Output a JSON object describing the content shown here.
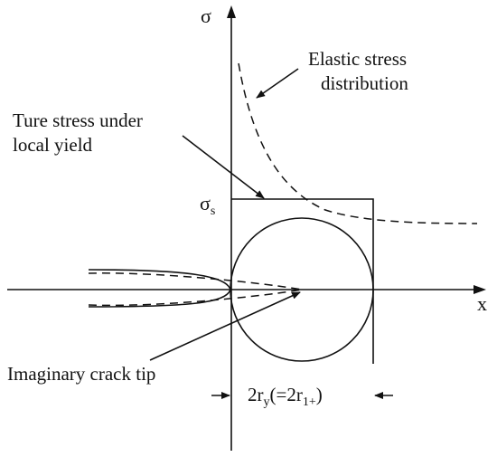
{
  "labels": {
    "sigma_axis": "σ",
    "x_axis": "x",
    "sigma_s": "σ",
    "sigma_s_sub": "s",
    "elastic_line1": "Elastic stress",
    "elastic_line2": "distribution",
    "true_line1": "Ture stress under",
    "true_line2": "local yield",
    "imaginary": "Imaginary crack tip",
    "dim_prefix": "2r",
    "dim_sub_y": "y",
    "dim_mid": "(=2r",
    "dim_sub_1": "1+",
    "dim_suffix": ")"
  },
  "colors": {
    "ink": "#111111",
    "background": "#ffffff"
  }
}
